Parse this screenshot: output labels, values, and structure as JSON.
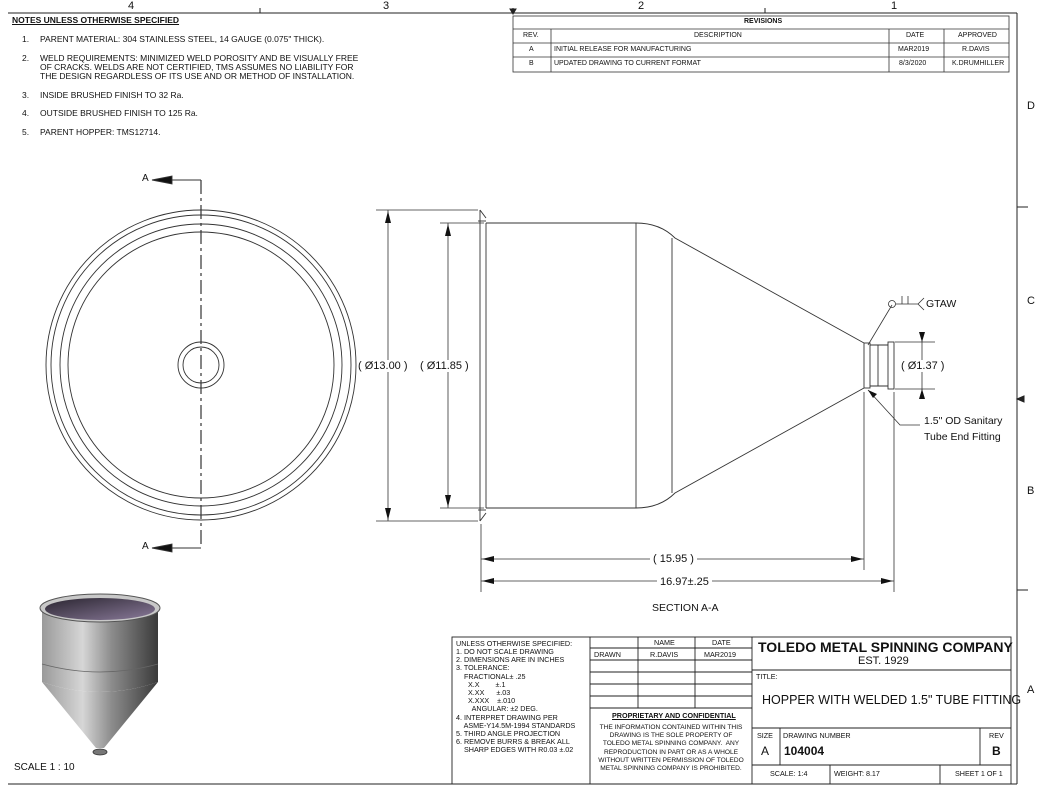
{
  "zones_top": [
    "4",
    "3",
    "2",
    "1"
  ],
  "zones_right": [
    "D",
    "C",
    "B",
    "A"
  ],
  "notes": {
    "title": "NOTES UNLESS OTHERWISE SPECIFIED",
    "items": [
      {
        "num": "1.",
        "text": "PARENT MATERIAL: 304 STAINLESS STEEL, 14 GAUGE (0.075\" THICK)."
      },
      {
        "num": "2.",
        "text": "WELD REQUIREMENTS: MINIMIZED WELD POROSITY AND BE VISUALLY FREE\nOF CRACKS. WELDS ARE NOT CERTIFIED, TMS ASSUMES NO LIABILITY FOR\nTHE DESIGN REGARDLESS OF ITS USE AND OR METHOD OF INSTALLATION."
      },
      {
        "num": "3.",
        "text": "INSIDE BRUSHED FINISH TO 32 Ra."
      },
      {
        "num": "4.",
        "text": "OUTSIDE BRUSHED FINISH TO 125 Ra."
      },
      {
        "num": "5.",
        "text": "PARENT HOPPER: TMS12714."
      }
    ]
  },
  "revisions": {
    "title": "REVISIONS",
    "headers": {
      "rev": "REV.",
      "desc": "DESCRIPTION",
      "date": "DATE",
      "approved": "APPROVED"
    },
    "rows": [
      {
        "rev": "A",
        "desc": "INITIAL RELEASE FOR MANUFACTURING",
        "date": "MAR2019",
        "approved": "R.DAVIS"
      },
      {
        "rev": "B",
        "desc": "UPDATED DRAWING TO CURRENT FORMAT",
        "date": "8/3/2020",
        "approved": "K.DRUMHILLER"
      }
    ]
  },
  "section_marks": {
    "top": "A",
    "bottom": "A"
  },
  "dimensions": {
    "outer_dia": "( Ø13.00 )",
    "inner_dia": "( Ø11.85 )",
    "outlet_dia": "( Ø1.37 )",
    "cone_length": "( 15.95 )",
    "overall_length": "16.97±.25"
  },
  "callouts": {
    "weld": "GTAW",
    "fitting_line1": "1.5\" OD Sanitary",
    "fitting_line2": "Tube End Fitting"
  },
  "section_label": "SECTION A-A",
  "iso_scale": "SCALE 1 : 10",
  "title_block": {
    "spec_title": "UNLESS OTHERWISE SPECIFIED:",
    "spec_lines": [
      "1. DO NOT SCALE DRAWING",
      "2. DIMENSIONS ARE IN INCHES",
      "3. TOLERANCE:",
      "    FRACTIONAL± .25",
      "      X.X        ±.1",
      "      X.XX      ±.03",
      "      X.XXX    ±.010",
      "        ANGULAR: ±2 DEG.",
      "4. INTERPRET DRAWING PER",
      "    ASME-Y14.5M-1994 STANDARDS",
      "5. THIRD ANGLE PROJECTION",
      "6. REMOVE BURRS & BREAK ALL",
      "    SHARP EDGES WITH R0.03 ±.02"
    ],
    "name_header": "NAME",
    "date_header": "DATE",
    "drawn_label": "DRAWN",
    "drawn_name": "R.DAVIS",
    "drawn_date": "MAR2019",
    "prop_title": "PROPRIETARY AND CONFIDENTIAL",
    "prop_text": "THE INFORMATION CONTAINED WITHIN THIS\nDRAWING IS THE SOLE PROPERTY OF\nTOLEDO METAL SPINNING COMPANY.  ANY\nREPRODUCTION IN PART OR AS A WHOLE\nWITHOUT WRITTEN PERMISSION OF TOLEDO\nMETAL SPINNING COMPANY IS PROHIBITED.",
    "company": "TOLEDO METAL SPINNING COMPANY",
    "est": "EST. 1929",
    "title_label": "TITLE:",
    "title": "HOPPER WITH WELDED 1.5\" TUBE FITTING",
    "size_label": "SIZE",
    "size": "A",
    "dwg_label": "DRAWING NUMBER",
    "dwg_no": "104004",
    "rev_label": "REV",
    "rev": "B",
    "scale": "SCALE: 1:4",
    "weight": "WEIGHT: 8.17",
    "sheet": "SHEET 1 OF 1"
  }
}
